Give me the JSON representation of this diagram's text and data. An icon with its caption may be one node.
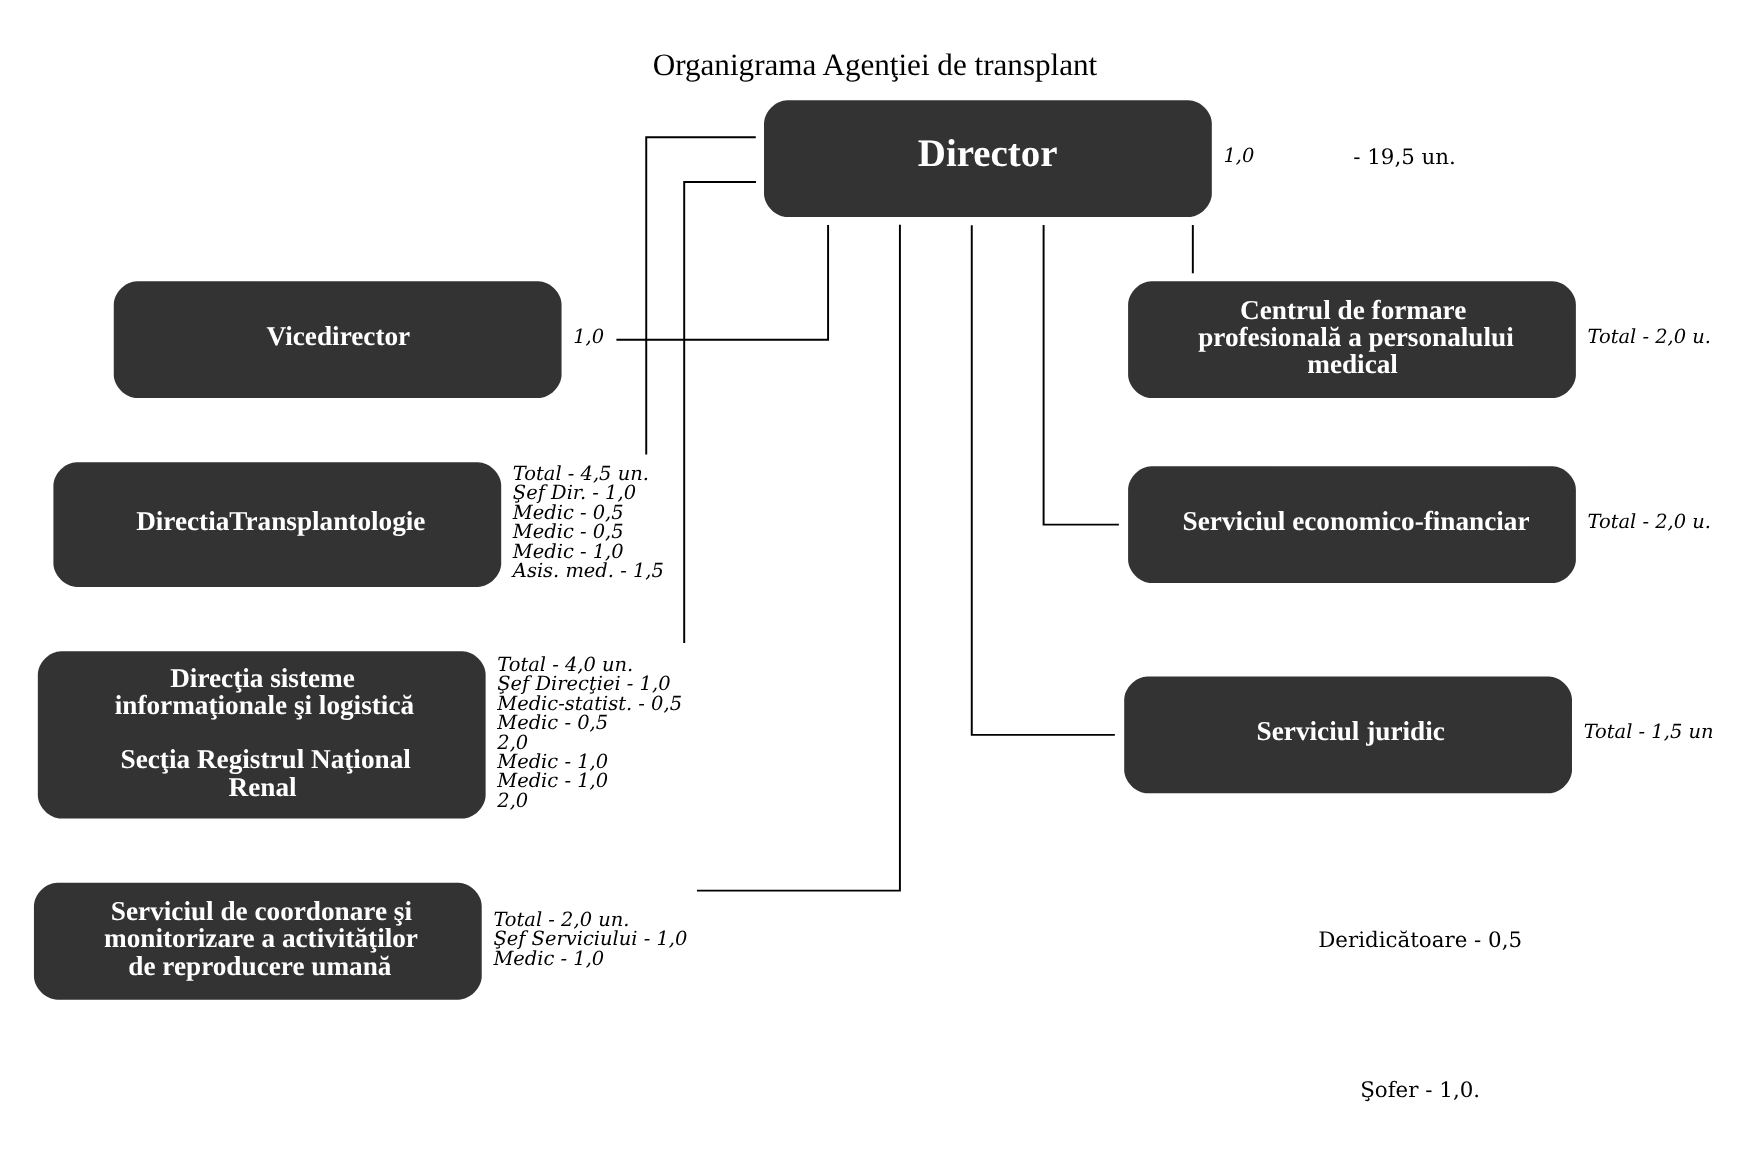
{
  "diagram": {
    "title": "Organigrama Agenţiei de transplant",
    "nodes": [
      {
        "text": [
          "Director"
        ],
        "beside": [
          "1,0"
        ]
      },
      {
        "text": [
          "Vicedirector"
        ],
        "beside": [
          "1,0"
        ]
      },
      {
        "text": [
          "DirectiaTransplantologie"
        ],
        "beside": [
          "Total - 4,5 un.",
          "Şef Dir. - 1,0",
          "Medic - 0,5",
          "Medic - 0,5",
          "Medic - 1,0",
          "Asis. med. - 1,5"
        ]
      },
      {
        "text": [
          "Direcţia sisteme informaţionale şi logistică",
          "Secţia Registrul Naţional Renal"
        ],
        "beside": [
          "Total - 4,0 un.",
          "Şef Direcţiei - 1,0",
          "Medic-statist. - 0,5",
          "Medic - 0,5",
          "2,0",
          "Medic - 1,0",
          "Medic - 1,0",
          "2,0"
        ]
      },
      {
        "text": [
          "Serviciul de coordonare şi monitorizare a activităţilor de reproducere umană"
        ],
        "beside": [
          "Total - 2,0 un.",
          "Şef Serviciului - 1,0",
          "Medic - 1,0"
        ]
      },
      {
        "text": [
          "Centrul de formare profesională a personalului medical"
        ],
        "beside": [
          "Total - 2,0 u."
        ]
      },
      {
        "text": [
          "Serviciul economico-financiar"
        ],
        "beside": [
          "Total - 2,0 u."
        ]
      },
      {
        "text": [
          "Serviciul juridic"
        ],
        "beside": [
          "Total - 1,5 un"
        ]
      }
    ],
    "edges": [
      {
        "from": 0,
        "to": 1,
        "arrow": "none"
      },
      {
        "from": 0,
        "to": 2,
        "arrow": "none"
      },
      {
        "from": 0,
        "to": 3,
        "arrow": "none"
      },
      {
        "from": 0,
        "to": 4,
        "arrow": "none"
      },
      {
        "from": 0,
        "to": 5,
        "arrow": "none"
      },
      {
        "from": 0,
        "to": 6,
        "arrow": "none"
      },
      {
        "from": 0,
        "to": 7,
        "arrow": "none"
      }
    ],
    "labels": [
      "- 19,5 un.",
      "Deridicătoare - 0,5",
      "Şofer - 1,0."
    ]
  }
}
